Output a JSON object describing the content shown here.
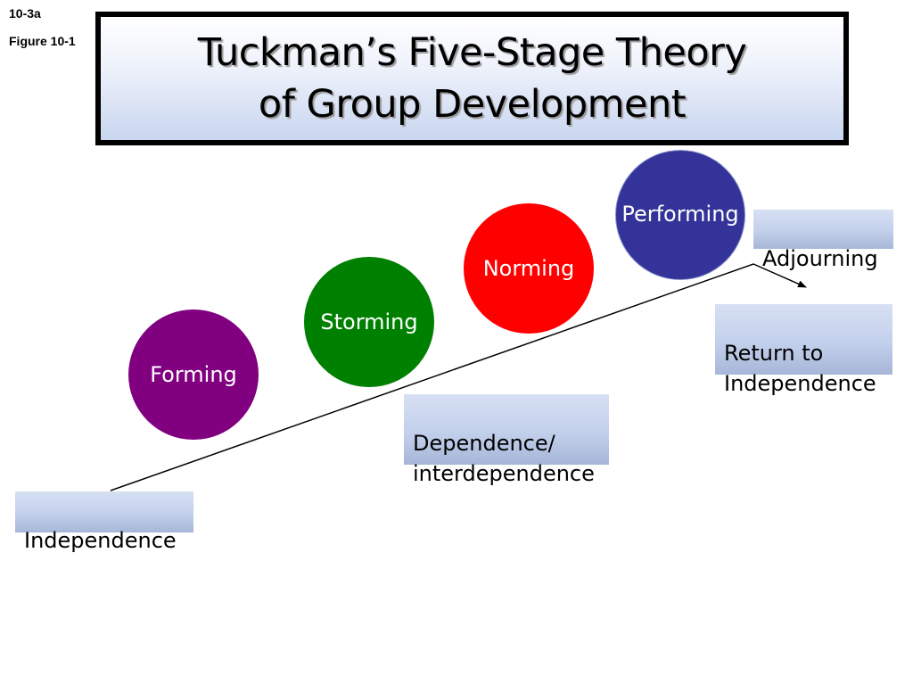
{
  "corner": {
    "slide_code": "10-3a",
    "figure_ref": "Figure 10-1"
  },
  "title": {
    "line1": "Tuckman’s Five-Stage Theory",
    "line2": "of Group Development"
  },
  "stages": [
    {
      "label": "Forming",
      "color": "#800080"
    },
    {
      "label": "Storming",
      "color": "#008000"
    },
    {
      "label": "Norming",
      "color": "#ff0000"
    },
    {
      "label": "Performing",
      "color": "#333399"
    },
    {
      "label": "Adjourning"
    }
  ],
  "states": {
    "start": "Independence",
    "middle": "Dependence/\ninterdependence",
    "end": "Return to\nIndependence"
  },
  "colors": {
    "title_border": "#000000",
    "box_fill": "#c3d0ec",
    "line": "#000000"
  }
}
